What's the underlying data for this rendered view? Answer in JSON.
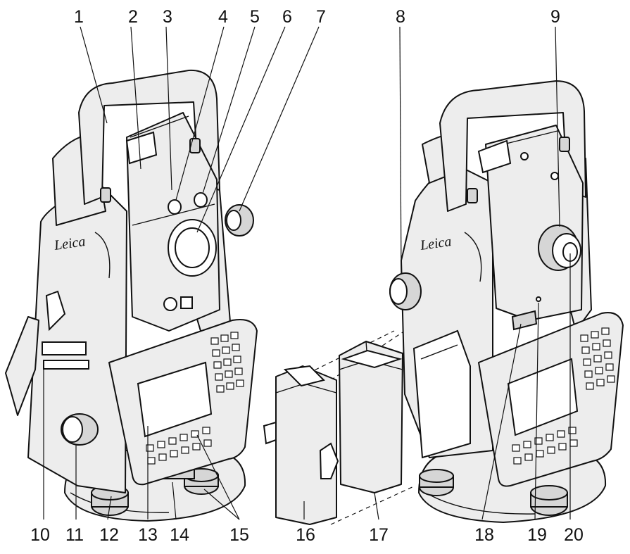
{
  "brand": "Leica",
  "labels": {
    "1": "1",
    "2": "2",
    "3": "3",
    "4": "4",
    "5": "5",
    "6": "6",
    "7": "7",
    "8": "8",
    "9": "9",
    "10": "10",
    "11": "11",
    "12": "12",
    "13": "13",
    "14": "14",
    "15": "15",
    "16": "16",
    "17": "17",
    "18": "18",
    "19": "19",
    "20": "20"
  }
}
